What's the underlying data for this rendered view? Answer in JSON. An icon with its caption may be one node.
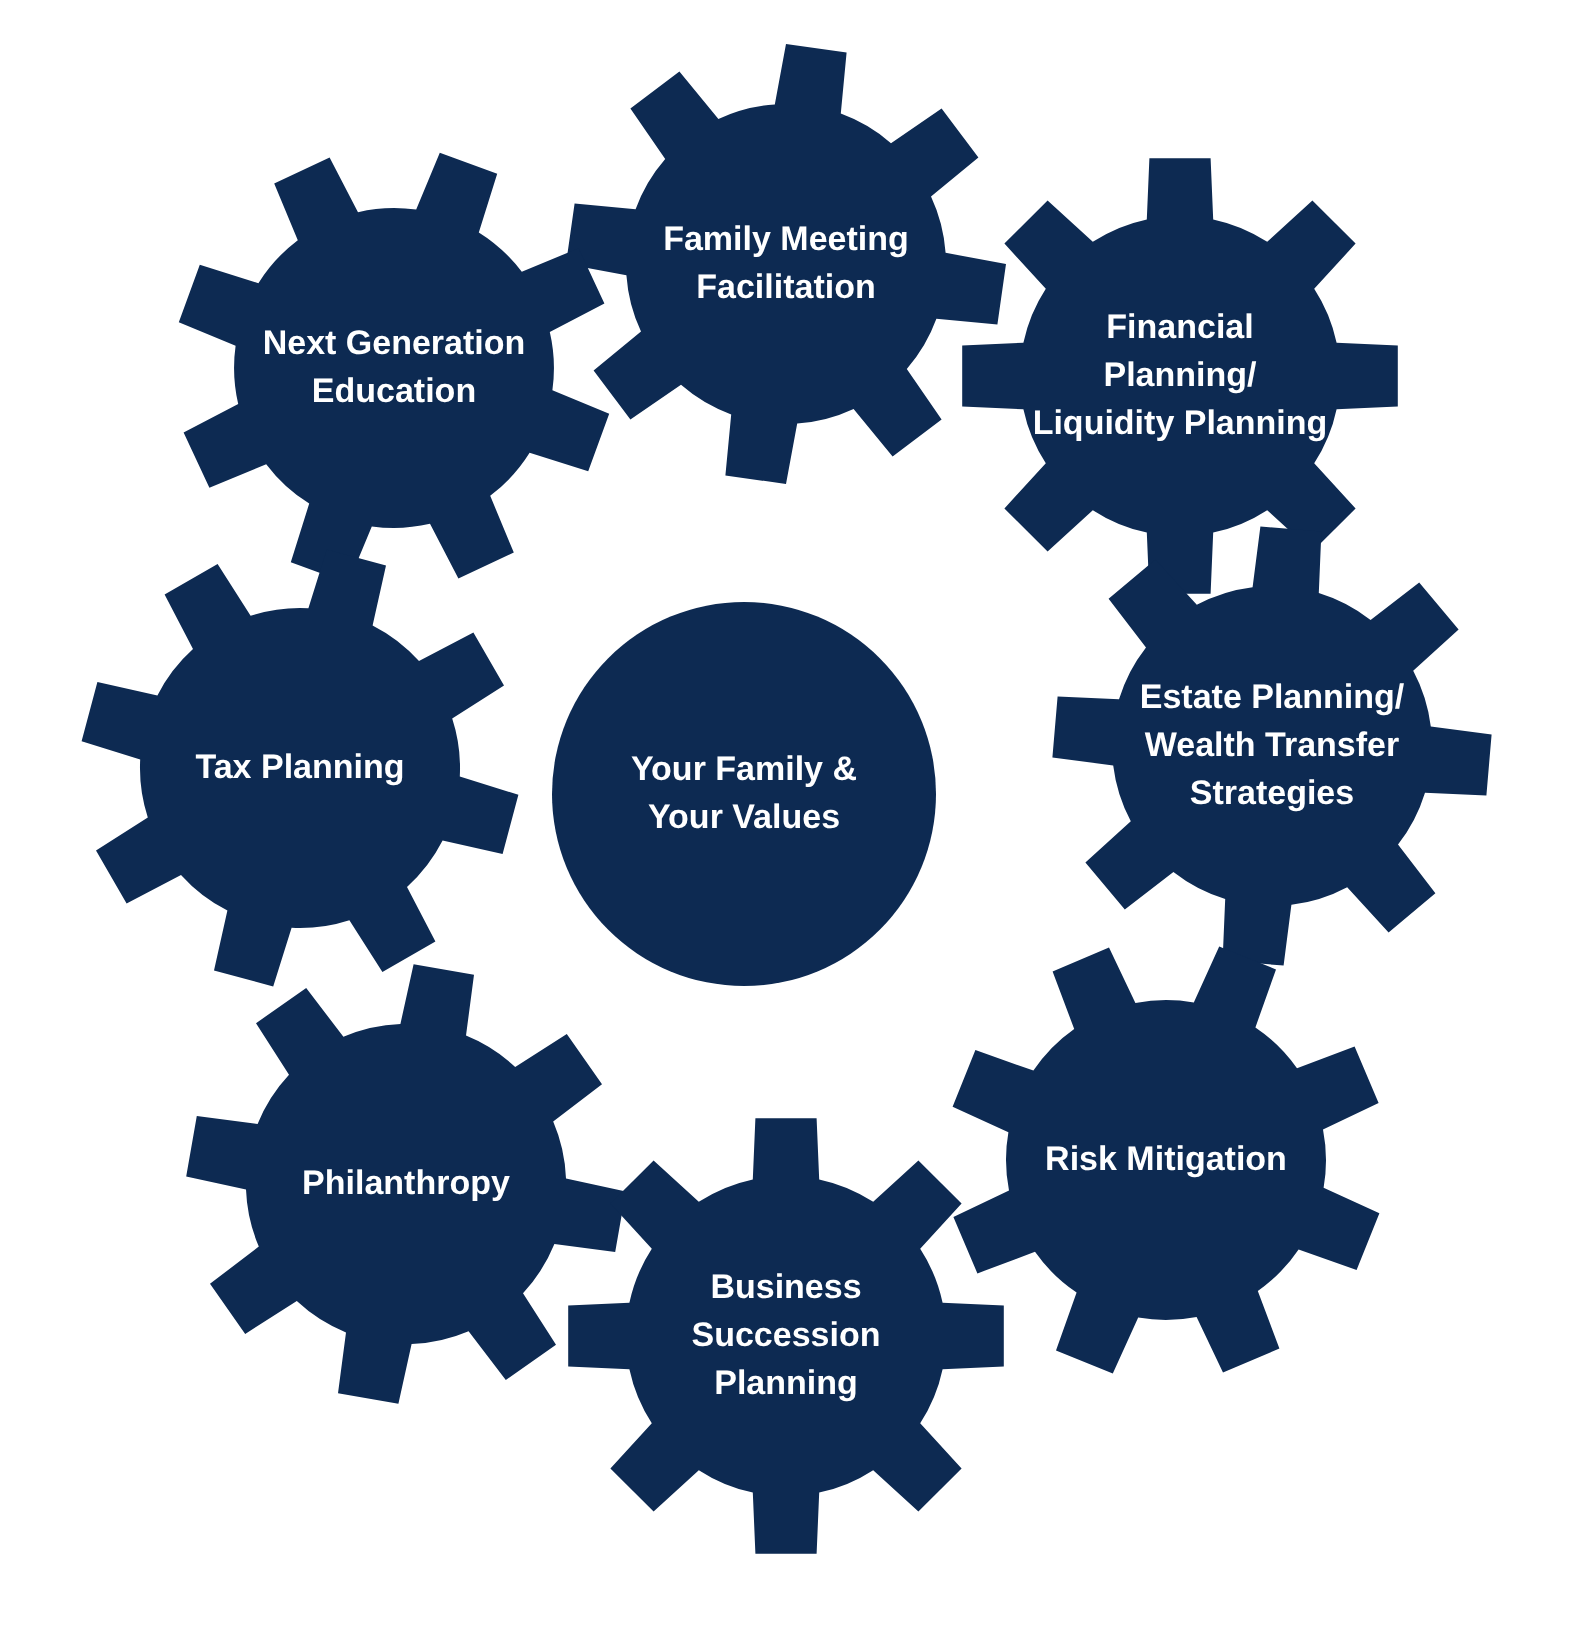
{
  "diagram": {
    "nodes": [
      {
        "text": [
          "Family Meeting Facilitation"
        ]
      },
      {
        "text": [
          "Next Generation Education"
        ]
      },
      {
        "text": [
          "Financial Planning/ Liquidity Planning"
        ]
      },
      {
        "text": [
          "Tax Planning"
        ]
      },
      {
        "text": [
          "Your Family & Your Values"
        ]
      },
      {
        "text": [
          "Estate Planning/ Wealth Transfer Strategies"
        ]
      },
      {
        "text": [
          "Philanthropy"
        ]
      },
      {
        "text": [
          "Risk Mitigation"
        ]
      },
      {
        "text": [
          "Business Succession Planning"
        ]
      }
    ]
  }
}
